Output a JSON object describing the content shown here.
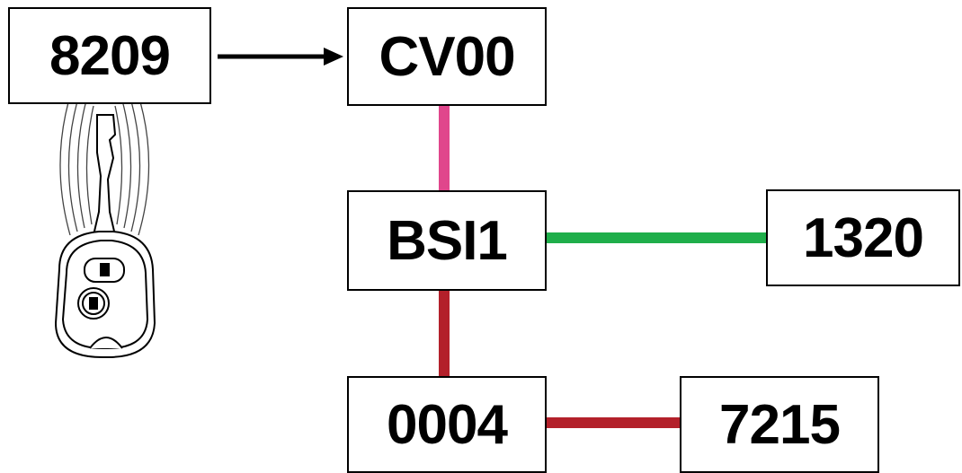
{
  "nodes": {
    "key_code": "8209",
    "cv00": "CV00",
    "bsi1": "BSI1",
    "n1320": "1320",
    "n0004": "0004",
    "n7215": "7215"
  },
  "colors": {
    "arrow": "#000000",
    "link_cv00_bsi1": "#e0468c",
    "link_bsi1_1320": "#1fae4a",
    "link_bsi1_0004": "#b3202a",
    "link_0004_7215": "#b3202a"
  },
  "icons": {
    "remote_key": "car-key-remote-icon",
    "signal": "radio-waves-icon"
  }
}
